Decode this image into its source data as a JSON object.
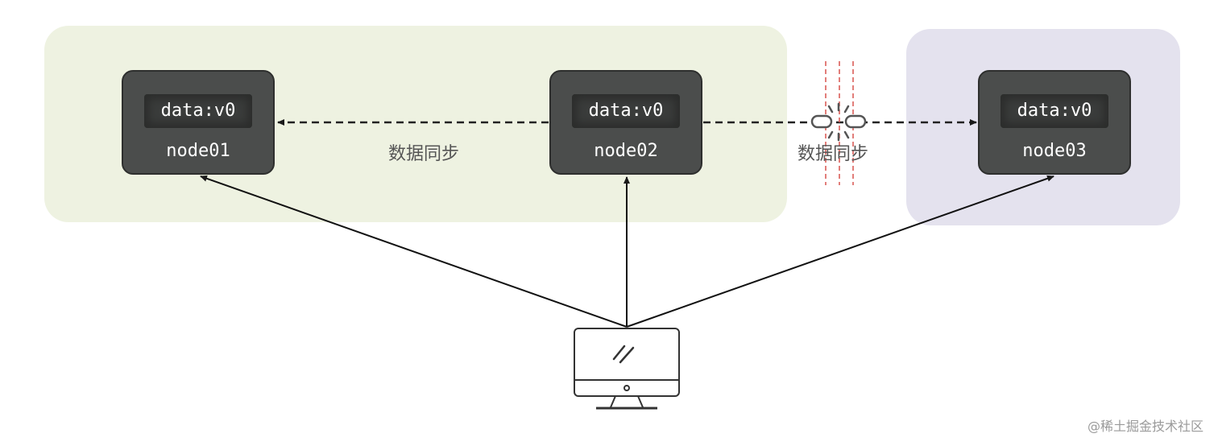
{
  "nodes": [
    {
      "data": "data:v0",
      "name": "node01"
    },
    {
      "data": "data:v0",
      "name": "node02"
    },
    {
      "data": "data:v0",
      "name": "node03"
    }
  ],
  "sync_labels": [
    "数据同步",
    "数据同步"
  ],
  "watermark": "@稀土掘金技术社区",
  "colors": {
    "left_zone": "#eef2e1",
    "right_zone": "#e4e2ee",
    "node_bg": "#4b4d4c",
    "partition_lines": "#d9534f"
  },
  "icons": [
    "broken-link-icon",
    "client-computer-icon"
  ]
}
